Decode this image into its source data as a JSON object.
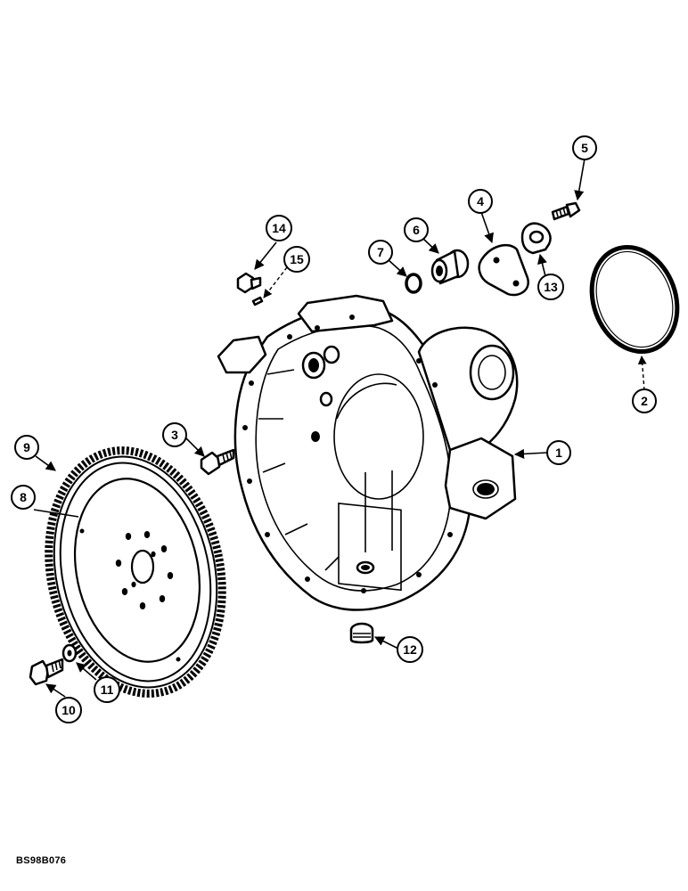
{
  "callouts": [
    "1",
    "2",
    "3",
    "4",
    "5",
    "6",
    "7",
    "8",
    "9",
    "10",
    "11",
    "12",
    "13",
    "14",
    "15"
  ],
  "reference_code": "BS98B076",
  "parts": [
    "flywheel-housing",
    "o-ring-seal",
    "housing-bolt",
    "cover-plate",
    "cover-bolt",
    "plug",
    "seal-ring",
    "flywheel",
    "ring-gear",
    "flywheel-bolt",
    "washer",
    "pipe-plug",
    "bracket",
    "fitting",
    "pin"
  ]
}
